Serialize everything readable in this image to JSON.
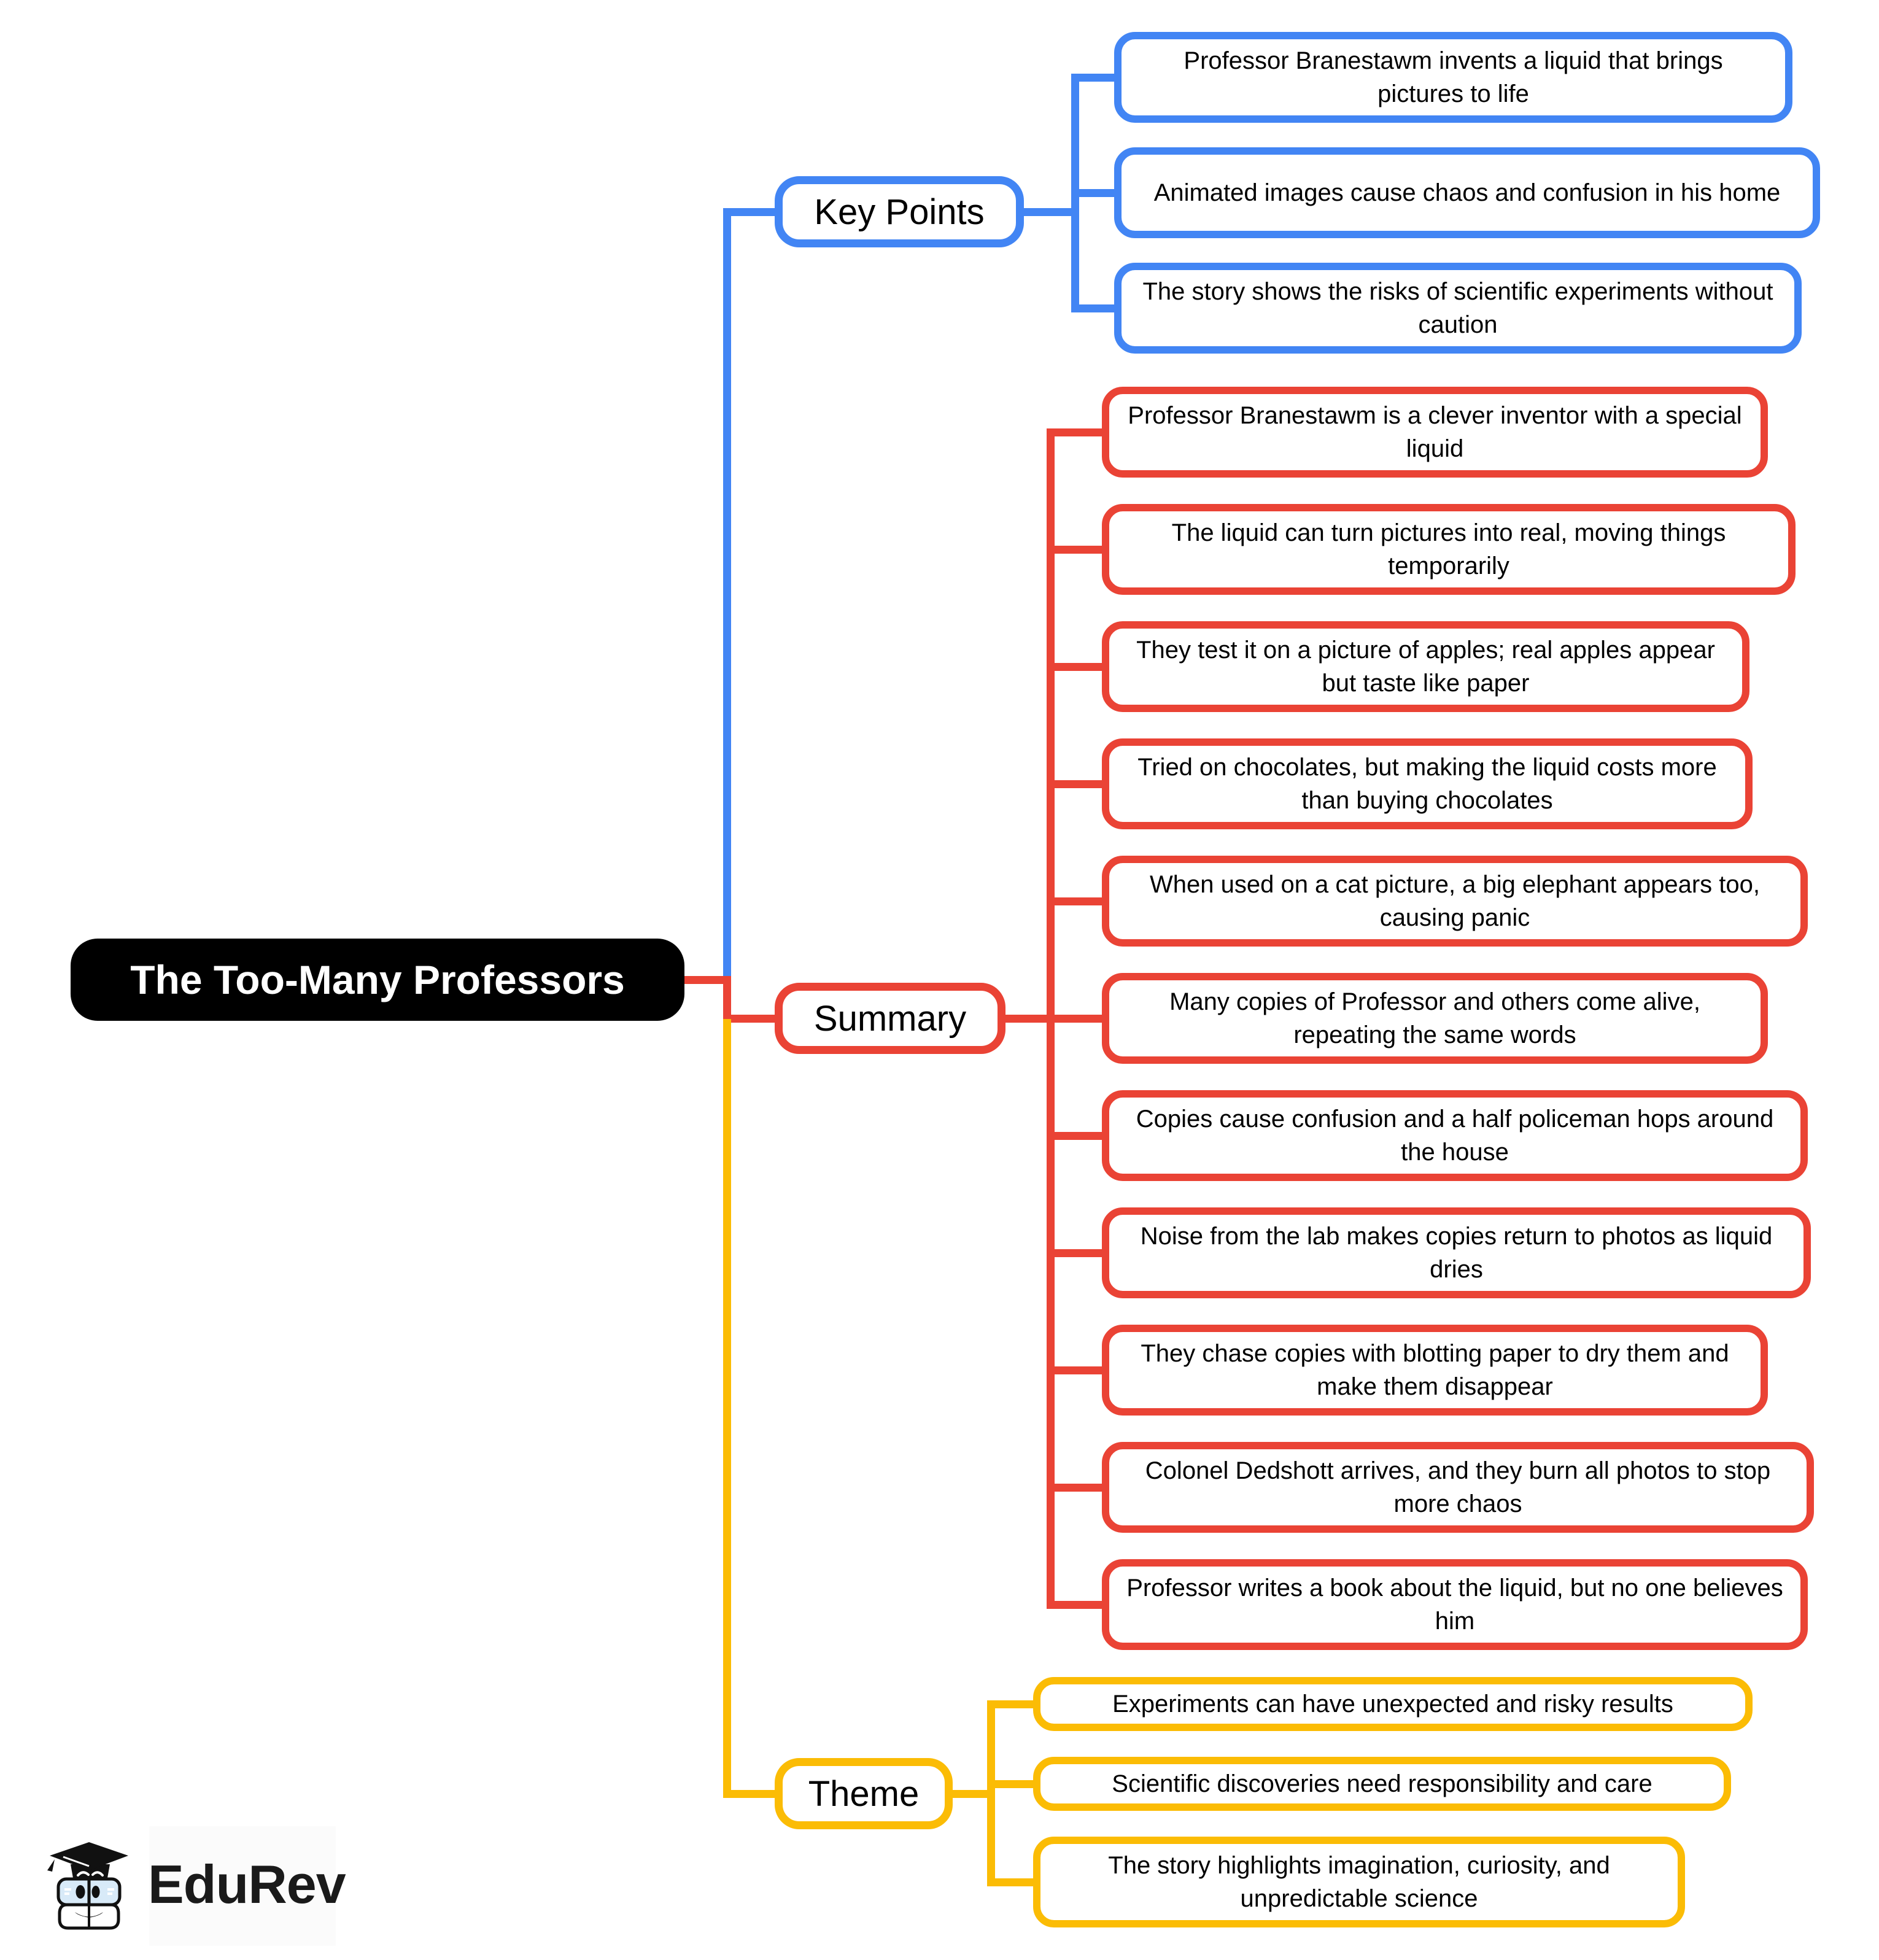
{
  "root": {
    "label": "The Too-Many Professors"
  },
  "branches": [
    {
      "label": "Key Points",
      "color": "#4285F4",
      "children": [
        "Professor Branestawm invents a liquid that brings pictures to life",
        "Animated images cause chaos and confusion in his home",
        "The story shows the risks of scientific experiments without caution"
      ]
    },
    {
      "label": "Summary",
      "color": "#EA4335",
      "children": [
        "Professor Branestawm is a clever inventor with a special liquid",
        "The liquid can turn pictures into real, moving things temporarily",
        "They test it on a picture of apples; real apples appear but taste like paper",
        "Tried on chocolates, but making the liquid costs more than buying chocolates",
        "When used on a cat picture, a big elephant appears too, causing panic",
        "Many copies of Professor and others come alive, repeating the same words",
        "Copies cause confusion and a half policeman hops around the house",
        "Noise from the lab makes copies return to photos as liquid dries",
        "They chase copies with blotting paper to dry them and make them disappear",
        "Colonel Dedshott arrives, and they burn all photos to stop more chaos",
        "Professor writes a book about the liquid, but no one believes him"
      ]
    },
    {
      "label": "Theme",
      "color": "#FBBC05",
      "children": [
        "Experiments can have unexpected and risky results",
        "Scientific discoveries need responsibility and care",
        "The story highlights imagination, curiosity, and unpredictable science"
      ]
    }
  ],
  "logo": {
    "text": "EduRev",
    "mascot": "graduate-cap-book-mascot"
  },
  "colors": {
    "key_points": "#4285F4",
    "summary": "#EA4335",
    "theme": "#FBBC05",
    "root_bg": "#000000",
    "root_text": "#FFFFFF",
    "background": "#FFFFFF"
  }
}
